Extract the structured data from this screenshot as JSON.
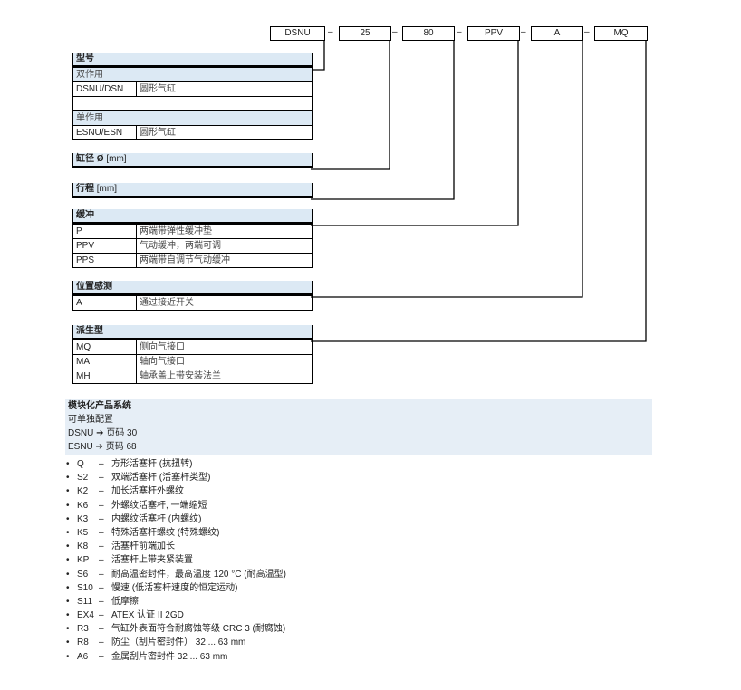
{
  "code": {
    "parts": [
      "DSNU",
      "25",
      "80",
      "PPV",
      "A",
      "MQ"
    ],
    "separator": "–"
  },
  "type": {
    "title": "型号",
    "groups": [
      {
        "label": "双作用",
        "rows": [
          {
            "code": "DSNU/DSN",
            "desc": "圆形气缸"
          }
        ]
      },
      {
        "label": "单作用",
        "rows": [
          {
            "code": "ESNU/ESN",
            "desc": "圆形气缸"
          }
        ]
      }
    ]
  },
  "bore": {
    "title": "缸径 Ø",
    "unit": "[mm]"
  },
  "stroke": {
    "title": "行程",
    "unit": "[mm]"
  },
  "cushion": {
    "title": "缓冲",
    "rows": [
      {
        "code": "P",
        "desc": "两端带弹性缓冲垫"
      },
      {
        "code": "PPV",
        "desc": "气动缓冲，两端可调"
      },
      {
        "code": "PPS",
        "desc": "两端带自调节气动缓冲"
      }
    ]
  },
  "sensing": {
    "title": "位置感测",
    "rows": [
      {
        "code": "A",
        "desc": "通过接近开关"
      }
    ]
  },
  "variant": {
    "title": "派生型",
    "rows": [
      {
        "code": "MQ",
        "desc": "侧向气接口"
      },
      {
        "code": "MA",
        "desc": "轴向气接口"
      },
      {
        "code": "MH",
        "desc": "轴承盖上带安装法兰"
      }
    ]
  },
  "modular": {
    "title": "模块化产品系统",
    "lines": [
      "可单独配置",
      "DSNU ➔ 页码 30",
      "ESNU ➔ 页码 68"
    ]
  },
  "options": [
    {
      "code": "Q",
      "desc": "方形活塞杆 (抗扭转)"
    },
    {
      "code": "S2",
      "desc": "双端活塞杆 (活塞杆类型)"
    },
    {
      "code": "K2",
      "desc": "加长活塞杆外螺纹"
    },
    {
      "code": "K6",
      "desc": "外螺纹活塞杆, 一端缩短"
    },
    {
      "code": "K3",
      "desc": "内螺纹活塞杆 (内螺纹)"
    },
    {
      "code": "K5",
      "desc": "特殊活塞杆螺纹 (特殊螺纹)"
    },
    {
      "code": "K8",
      "desc": "活塞杆前端加长"
    },
    {
      "code": "KP",
      "desc": "活塞杆上带夹紧装置"
    },
    {
      "code": "S6",
      "desc": "耐高温密封件，最高温度 120 °C (耐高温型)"
    },
    {
      "code": "S10",
      "desc": "慢速 (低活塞杆速度的恒定运动)"
    },
    {
      "code": "S11",
      "desc": "低摩擦"
    },
    {
      "code": "EX4",
      "desc": "ATEX 认证 II 2GD"
    },
    {
      "code": "R3",
      "desc": "气缸外表面符合耐腐蚀等级 CRC 3 (耐腐蚀)"
    },
    {
      "code": "R8",
      "desc": "防尘（刮片密封件） 32 ... 63 mm"
    },
    {
      "code": "A6",
      "desc": "金属刮片密封件 32 ... 63 mm"
    }
  ],
  "bullet": "•",
  "dash": "–"
}
